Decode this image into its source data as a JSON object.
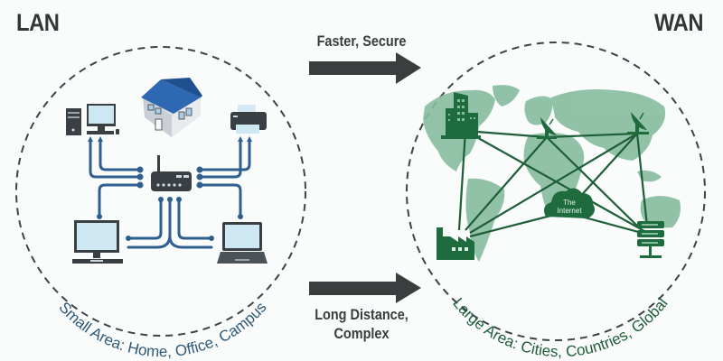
{
  "lan": {
    "title": "LAN",
    "caption": "Small Area: Home, Office, Campus",
    "devices": [
      "desktop-computer",
      "house",
      "printer",
      "router",
      "monitor",
      "laptop"
    ],
    "accent_color": "#2f5f8f"
  },
  "wan": {
    "title": "WAN",
    "caption": "Large Area: Cities, Countries, Global",
    "cloud_label_line1": "The",
    "cloud_label_line2": "Internet",
    "nodes": [
      "office-building",
      "satellite-dish-europe",
      "satellite-dish-asia",
      "factory",
      "server",
      "internet-cloud"
    ],
    "accent_color": "#1e6b3e",
    "map_color": "#7fb79a"
  },
  "arrows": {
    "top_label": "Faster, Secure",
    "bottom_label_line1": "Long Distance,",
    "bottom_label_line2": "Complex"
  }
}
